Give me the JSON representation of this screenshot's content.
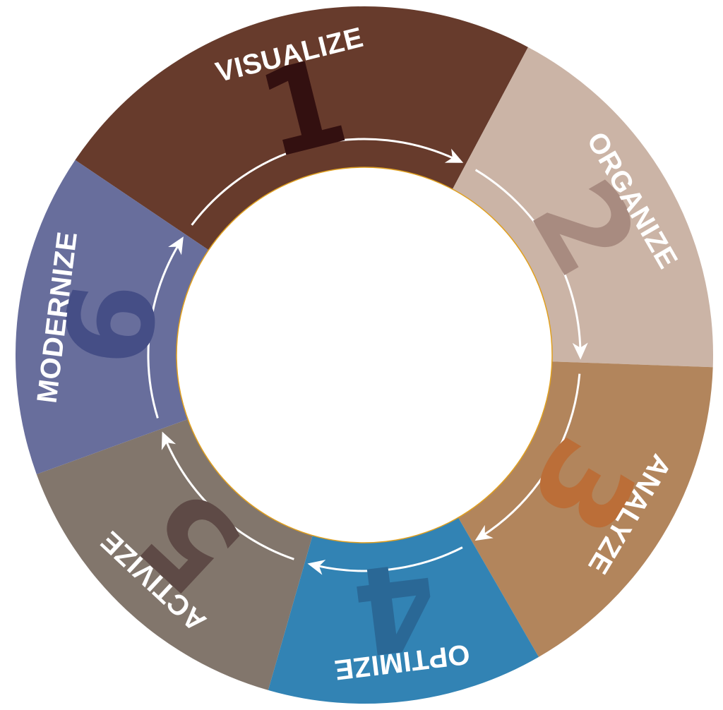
{
  "cycle": {
    "stages": [
      {
        "number": "1",
        "label": "VISUALIZE",
        "color": "#673b2c",
        "number_color": "#331010"
      },
      {
        "number": "2",
        "label": "ORGANIZE",
        "color": "#cbb4a6",
        "number_color": "#a88b80"
      },
      {
        "number": "3",
        "label": "ANALYZE",
        "color": "#b2855c",
        "number_color": "#bb6e38"
      },
      {
        "number": "4",
        "label": "OPTIMIZE",
        "color": "#3283b4",
        "number_color": "#2a6896"
      },
      {
        "number": "5",
        "label": "ACTIVIZE",
        "color": "#82766c",
        "number_color": "#5e4a46"
      },
      {
        "number": "6",
        "label": "MODERNIZE",
        "color": "#686e9c",
        "number_color": "#454e86"
      }
    ],
    "flow_direction": "clockwise",
    "ring_background": "#ffffff",
    "accent_outline": "#e0a020"
  }
}
